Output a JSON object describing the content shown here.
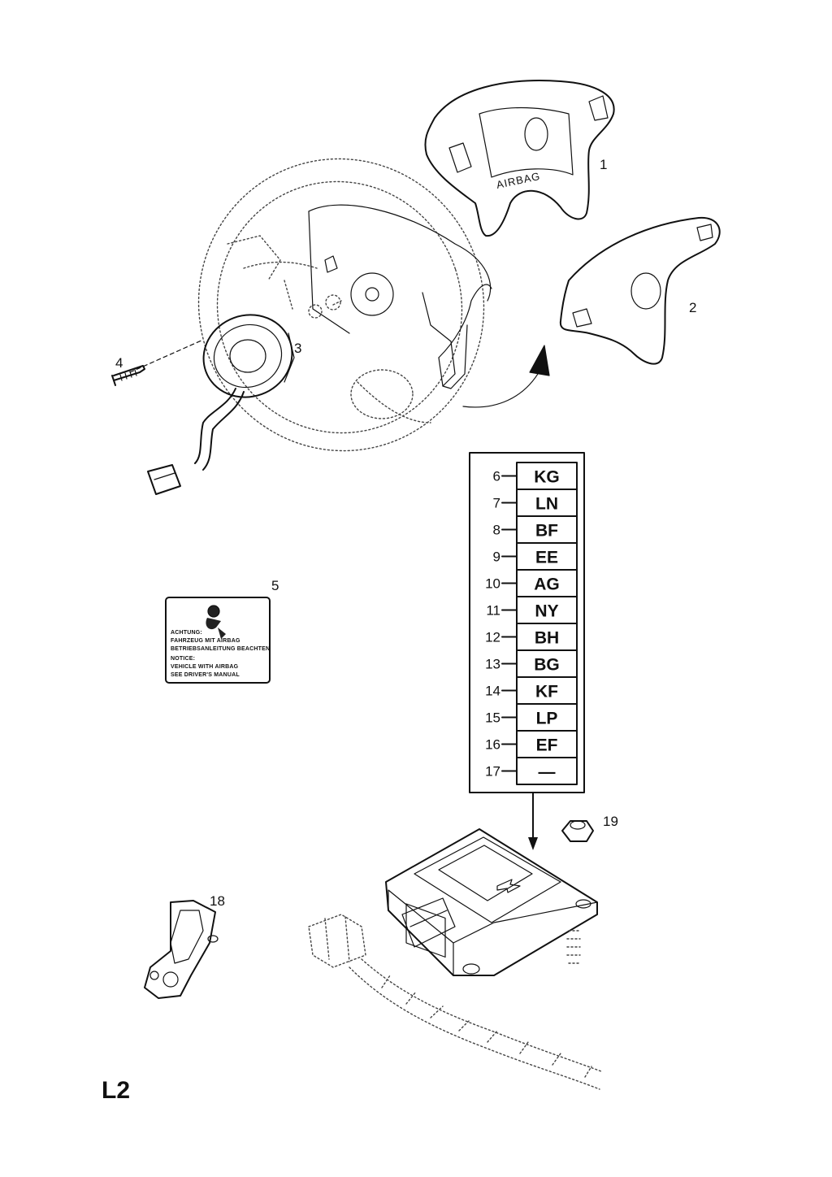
{
  "page_code": "L2",
  "airbag_module_text": "AIRBAG",
  "warning_label_lines": [
    "ACHTUNG:",
    "FAHRZEUG MIT AIRBAG",
    "BETRIEBSANLEITUNG BEACHTEN",
    "NOTICE:",
    "VEHICLE WITH AIRBAG",
    "SEE DRIVER'S MANUAL"
  ],
  "callouts": {
    "c1": "1",
    "c2": "2",
    "c3": "3",
    "c4": "4",
    "c5": "5",
    "c18": "18",
    "c19": "19"
  },
  "code_table": [
    {
      "num": "6",
      "code": "KG"
    },
    {
      "num": "7",
      "code": "LN"
    },
    {
      "num": "8",
      "code": "BF"
    },
    {
      "num": "9",
      "code": "EE"
    },
    {
      "num": "10",
      "code": "AG"
    },
    {
      "num": "11",
      "code": "NY"
    },
    {
      "num": "12",
      "code": "BH"
    },
    {
      "num": "13",
      "code": "BG"
    },
    {
      "num": "14",
      "code": "KF"
    },
    {
      "num": "15",
      "code": "LP"
    },
    {
      "num": "16",
      "code": "EF"
    },
    {
      "num": "17",
      "code": "—"
    }
  ]
}
